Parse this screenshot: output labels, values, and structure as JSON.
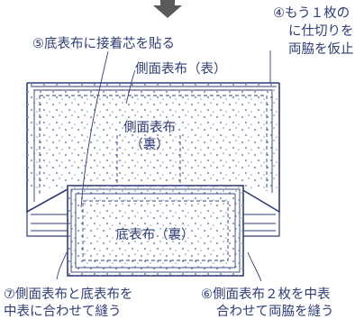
{
  "labels": {
    "step4_line1": "④もう１枚の",
    "step4_line2": "に仕切りを",
    "step4_line3": "両脇を仮止",
    "step5": "⑤底表布に接着芯を貼る",
    "side_outer_front": "側面表布（表）",
    "side_outer_back_line1": "側面表布",
    "side_outer_back_line2": "（裏）",
    "bottom_outer_back": "底表布（裏）",
    "step7_line1": "⑦側面表布と底表布を",
    "step7_line2": "中表に合わせて縫う",
    "step6_line1": "⑥側面表布２枚を中表",
    "step6_line2": "合わせて両脇を縫う"
  },
  "colors": {
    "ink": "#2f3d7a",
    "fabric_fill": "#ffffff",
    "dot": "#8f97b8",
    "arrow": "#5a5a5a"
  },
  "icons": {
    "step_arrow": "down-arrow-icon"
  }
}
